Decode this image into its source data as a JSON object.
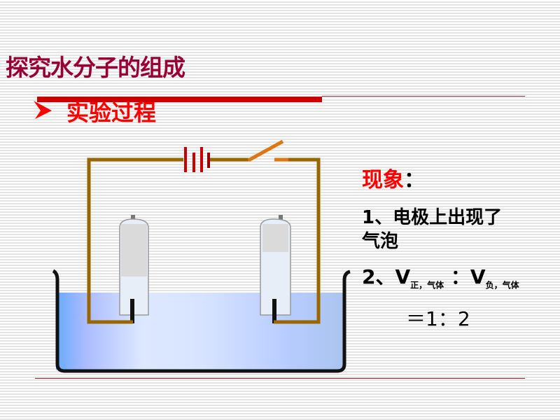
{
  "title": "探究水分子的组成",
  "subtitle": "实验过程",
  "observations": {
    "heading": "现象",
    "colon": "：",
    "item1_line1": "1、电极上出现了",
    "item1_line2": "气泡",
    "item2_prefix": "2、V",
    "item2_sub1": "正，气体",
    "item2_mid": " ：V",
    "item2_sub2": "负，气体",
    "ratio": "＝1：2"
  },
  "colors": {
    "title": "#990033",
    "accent": "#ff0000",
    "wire": "#996600",
    "water": "#aac8ff"
  }
}
